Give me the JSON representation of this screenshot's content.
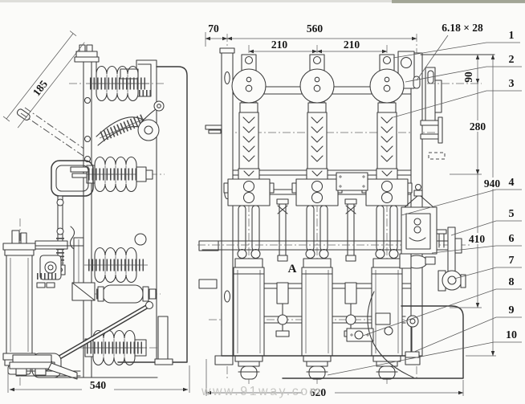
{
  "watermark": "www.91way.com",
  "view_label": "A",
  "dimensions": {
    "handle_length": "185",
    "side_view_width": "540",
    "front_offset": "70",
    "frame_width": "560",
    "pole_pitch_left": "210",
    "pole_pitch_right": "210",
    "slot_size": "6.18 × 28",
    "top_clearance": "90",
    "upper_section": "280",
    "overall_height": "940",
    "lower_section": "410",
    "base_width": "620"
  },
  "callouts": [
    "1",
    "2",
    "3",
    "4",
    "5",
    "6",
    "7",
    "8",
    "9",
    "10"
  ]
}
